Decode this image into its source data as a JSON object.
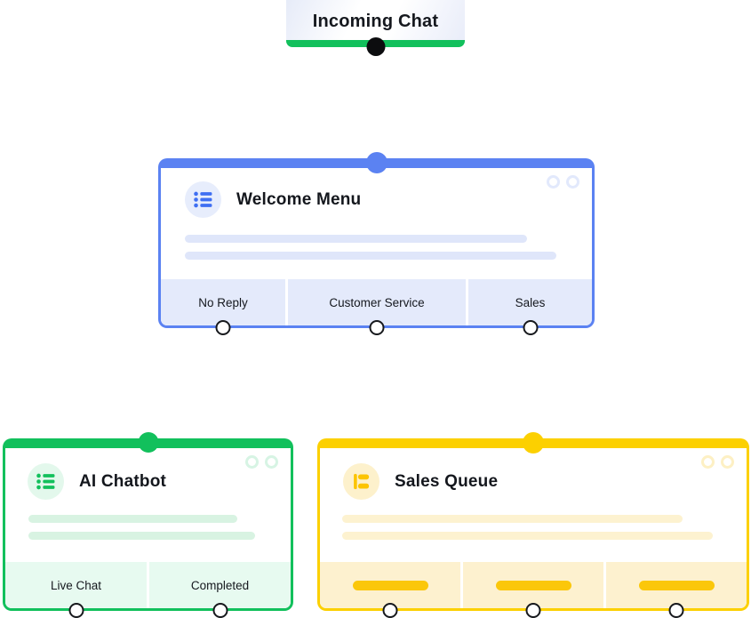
{
  "colors": {
    "blue_accent": "#5b82f2",
    "green_accent": "#12c05c",
    "yellow_accent": "#fcd000",
    "text_dark": "#15181e"
  },
  "nodes": {
    "incoming_chat": {
      "title": "Incoming Chat",
      "accent": "#12c05c"
    },
    "welcome_menu": {
      "title": "Welcome Menu",
      "icon": "list-icon",
      "accent": "#5b82f2",
      "tabs": [
        {
          "label": "No Reply"
        },
        {
          "label": "Customer Service"
        },
        {
          "label": "Sales"
        }
      ]
    },
    "ai_chatbot": {
      "title": "AI Chatbot",
      "icon": "list-icon",
      "accent": "#12c05c",
      "tabs": [
        {
          "label": "Live Chat"
        },
        {
          "label": "Completed"
        }
      ]
    },
    "sales_queue": {
      "title": "Sales Queue",
      "icon": "queue-tree-icon",
      "accent": "#fcd000",
      "tabs": [
        {
          "type": "placeholder-pill"
        },
        {
          "type": "placeholder-pill"
        },
        {
          "type": "placeholder-pill"
        }
      ]
    }
  }
}
